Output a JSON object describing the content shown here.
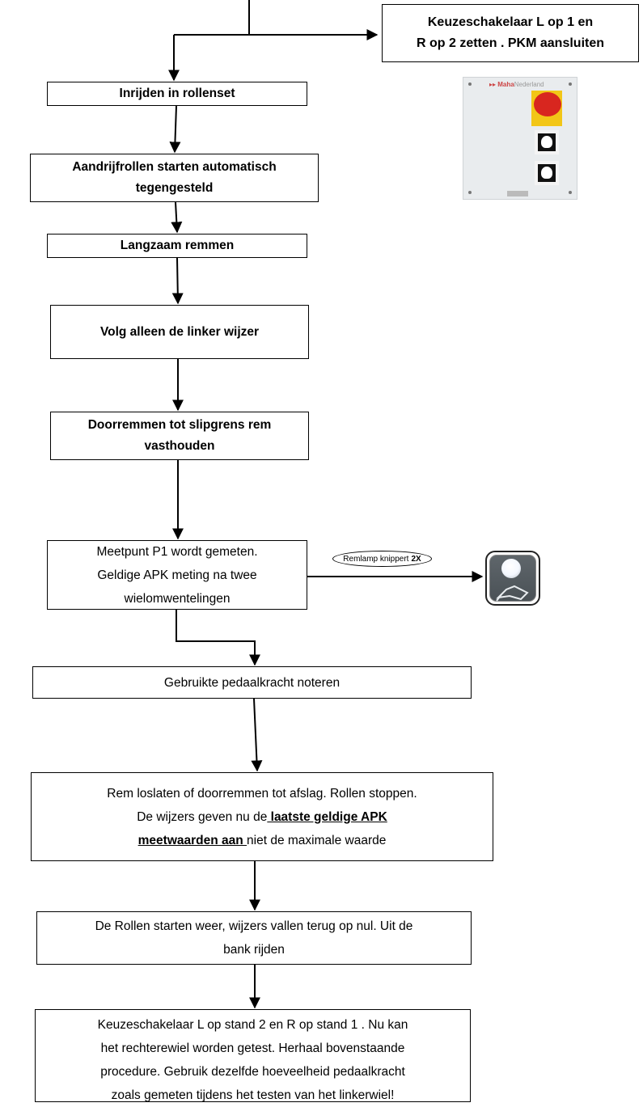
{
  "boxes": {
    "keuze": [
      "Keuzeschakelaar L op 1 en",
      "R op 2 zetten . PKM aansluiten"
    ],
    "inrijden": "Inrijden in rollenset",
    "aandrijf": [
      "Aandrijfrollen starten automatisch",
      "tegengesteld"
    ],
    "langzaam": "Langzaam remmen",
    "volg": "Volg alleen de linker wijzer",
    "door": [
      "Doorremmen tot slipgrens rem",
      "vasthouden"
    ],
    "meet": [
      "Meetpunt P1 wordt gemeten.",
      "Geldige APK meting na twee",
      "wielomwentelingen"
    ],
    "pedaal": "Gebruikte pedaalkracht noteren",
    "rem": {
      "line1": "Rem loslaten of doorremmen tot afslag. Rollen stoppen.",
      "line2_pre": "De wijzers geven nu de",
      "line2_u": " laatste geldige APK",
      "line3_u": "meetwaarden aan ",
      "line3_post": "niet de maximale waarde"
    },
    "rollen": [
      "De Rollen starten weer, wijzers vallen terug op nul. Uit  de",
      "bank rijden"
    ],
    "keuze2": [
      "Keuzeschakelaar L op stand 2 en R op stand 1 . Nu kan",
      "het rechterewiel worden getest. Herhaal bovenstaande",
      "procedure. Gebruik dezelfde hoeveelheid pedaalkracht",
      "zoals gemeten tijdens het testen van het linkerwiel!"
    ]
  },
  "remlamp": {
    "text": "Remlamp knippert",
    "count": "2X"
  },
  "panel": {
    "brand_a": "Maha",
    "brand_b": "Nederland"
  },
  "icons": [
    "arrow-icon",
    "switch-panel-icon",
    "brake-lamp-icon"
  ]
}
